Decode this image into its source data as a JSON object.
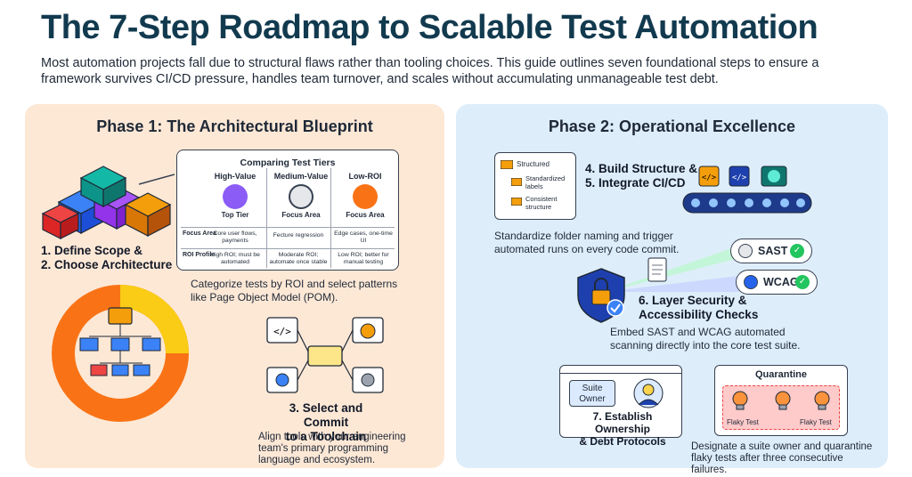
{
  "header": {
    "title": "The 7-Step Roadmap to Scalable Test Automation",
    "subtitle": "Most automation projects fall due to structural flaws rather than tooling choices. This guide outlines seven foundational steps to ensure a framework survives CI/CD pressure, handles team turnover, and scales without accumulating unmanageable test debt."
  },
  "phase1": {
    "title": "Phase 1: The Architectural Blueprint",
    "step12": {
      "line1": "1. Define Scope &",
      "line2": "2. Choose Architecture"
    },
    "tiers": {
      "title": "Comparing Test Tiers",
      "columns": [
        {
          "head": "High-Value",
          "sub": "Top Tier",
          "focus": "Core user flows, payments",
          "roi": "High ROI; must be automated"
        },
        {
          "head": "Medium-Value",
          "sub": "Focus Area",
          "focus": "Fecture regression",
          "roi": "Moderate ROI; automate once stable"
        },
        {
          "head": "Low-ROI",
          "sub": "Focus Area",
          "focus": "Edge cases, one-time UI",
          "roi": "Low ROI; better for manual testing"
        }
      ],
      "row_focus": "Focus Area",
      "row_roi": "ROI Profile"
    },
    "step12_desc": "Categorize tests by ROI and select patterns like Page Object Model (POM).",
    "step3": {
      "line1": "3. Select and Commit",
      "line2": "to a Toolchain"
    },
    "step3_desc": "Align tools with your engineering team's primary programming language and ecosystem."
  },
  "phase2": {
    "title": "Phase 2: Operational Excellence",
    "folder": {
      "root": "Structured",
      "child1": "Standardized labels",
      "child2": "Consistent structure"
    },
    "step45": {
      "line1": "4. Build Structure &",
      "line2": "5. Integrate CI/CD"
    },
    "step45_desc": "Standardize folder naming and trigger automated runs on every code commit.",
    "sast": "SAST",
    "wcag": "WCAG",
    "step6": {
      "line1": "6. Layer Security &",
      "line2": "Accessibility Checks"
    },
    "step6_desc": "Embed SAST and WCAG automated scanning directly into the core test suite.",
    "owner": {
      "line1": "Suite",
      "line2": "Owner"
    },
    "step7": {
      "line1": "7. Establish Ownership",
      "line2": "& Debt Protocols"
    },
    "quarantine": {
      "title": "Quarantine",
      "flaky1": "Flaky Test",
      "flaky2": "Flaky Test"
    },
    "step7_desc": "Designate a suite owner and quarantine flaky tests after three consecutive failures."
  },
  "colors": {
    "title": "#123a4f",
    "phase1_bg": "#fde8d6",
    "phase2_bg": "#deedfa",
    "green": "#22c55e",
    "orange": "#f59e0b"
  }
}
